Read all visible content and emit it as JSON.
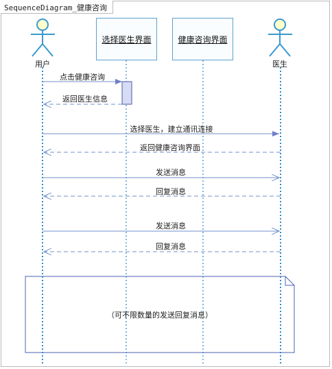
{
  "frame": {
    "title": "SequenceDiagram_健康咨询"
  },
  "participants": {
    "user": {
      "label": "用户"
    },
    "select_doctor": {
      "label": "选择医生界面"
    },
    "health_consult": {
      "label": "健康咨询界面"
    },
    "doctor": {
      "label": "医生"
    }
  },
  "messages": [
    {
      "id": "m1",
      "label": "点击健康咨询"
    },
    {
      "id": "m2",
      "label": "返回医生信息"
    },
    {
      "id": "m3",
      "label": "选择医生，建立通讯连接"
    },
    {
      "id": "m4",
      "label": "返回健康咨询界面"
    },
    {
      "id": "m5",
      "label": "发送消息"
    },
    {
      "id": "m6",
      "label": "回复消息"
    },
    {
      "id": "m7",
      "label": "发送消息"
    },
    {
      "id": "m8",
      "label": "回复消息"
    }
  ],
  "note": {
    "text": "（可不限数量的发送回复消息）"
  },
  "colors": {
    "line": "#6f92c9",
    "actor_fill": "#ffffcc",
    "actor_stroke": "#3a98d0",
    "lifeline": "#2e8ac7",
    "note_stroke": "#4d62b6"
  }
}
